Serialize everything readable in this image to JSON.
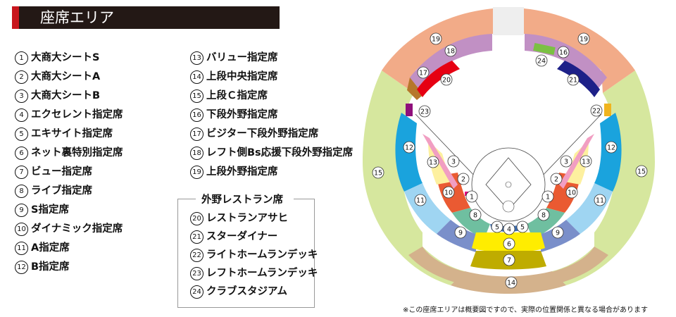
{
  "header": {
    "title": "座席エリア"
  },
  "legend_left": [
    {
      "num": "1",
      "label": "大商大シートS"
    },
    {
      "num": "2",
      "label": "大商大シートA"
    },
    {
      "num": "3",
      "label": "大商大シートB"
    },
    {
      "num": "4",
      "label": "エクセレント指定席"
    },
    {
      "num": "5",
      "label": "エキサイト指定席"
    },
    {
      "num": "6",
      "label": "ネット裏特別指定席"
    },
    {
      "num": "7",
      "label": "ビュー指定席"
    },
    {
      "num": "8",
      "label": "ライブ指定席"
    },
    {
      "num": "9",
      "label": "S指定席"
    },
    {
      "num": "10",
      "label": "ダイナミック指定席"
    },
    {
      "num": "11",
      "label": "A指定席"
    },
    {
      "num": "12",
      "label": "B指定席"
    }
  ],
  "legend_right": [
    {
      "num": "13",
      "label": "バリュー指定席"
    },
    {
      "num": "14",
      "label": "上段中央指定席"
    },
    {
      "num": "15",
      "label": "上段Ｃ指定席"
    },
    {
      "num": "16",
      "label": "下段外野指定席"
    },
    {
      "num": "17",
      "label": "ビジター下段外野指定席"
    },
    {
      "num": "18",
      "label": "レフト側Bs応援下段外野指定席"
    },
    {
      "num": "19",
      "label": "上段外野指定席"
    }
  ],
  "restaurant": {
    "title": "外野レストラン席",
    "items": [
      {
        "num": "20",
        "label": "レストランアサヒ"
      },
      {
        "num": "21",
        "label": "スターダイナー"
      },
      {
        "num": "22",
        "label": "ライトホームランデッキ"
      },
      {
        "num": "23",
        "label": "レフトホームランデッキ"
      },
      {
        "num": "24",
        "label": "クラブスタジアム"
      }
    ]
  },
  "note": "※この座席エリアは概要図ですので、実際の位置関係と異なる場合があります",
  "map_labels": {
    "n1": "1",
    "n2": "2",
    "n3": "3",
    "n4": "4",
    "n5": "5",
    "n6": "6",
    "n7": "7",
    "n8": "8",
    "n9": "9",
    "n10": "10",
    "n11": "11",
    "n12": "12",
    "n13": "13",
    "n14": "14",
    "n15": "15",
    "n16": "16",
    "n17": "17",
    "n18": "18",
    "n19": "19",
    "n20": "20",
    "n21": "21",
    "n22": "22",
    "n23": "23",
    "n24": "24"
  },
  "colors": {
    "title_bg": "#231815",
    "title_accent": "#c8161d",
    "upper_outfield": "#f2ab88",
    "upper_c": "#d6e79e",
    "upper_center": "#d4b28c",
    "outfield_lower": "#c190c4",
    "restaurant_asahi": "#e60012",
    "star_diner": "#1d2088",
    "visitor": "#b6772b",
    "club_stadium": "#7bc043",
    "b_reserved": "#1aa3dd",
    "a_reserved": "#9fd5f2",
    "s_reserved": "#7a8fca",
    "dynamic": "#ea5a32",
    "value": "#fdf09f",
    "daisho": "#f19ec2",
    "live": "#6fbfa0",
    "net_back": "#ffed00",
    "view": "#bfac00",
    "excite": "#3b6fb6"
  }
}
